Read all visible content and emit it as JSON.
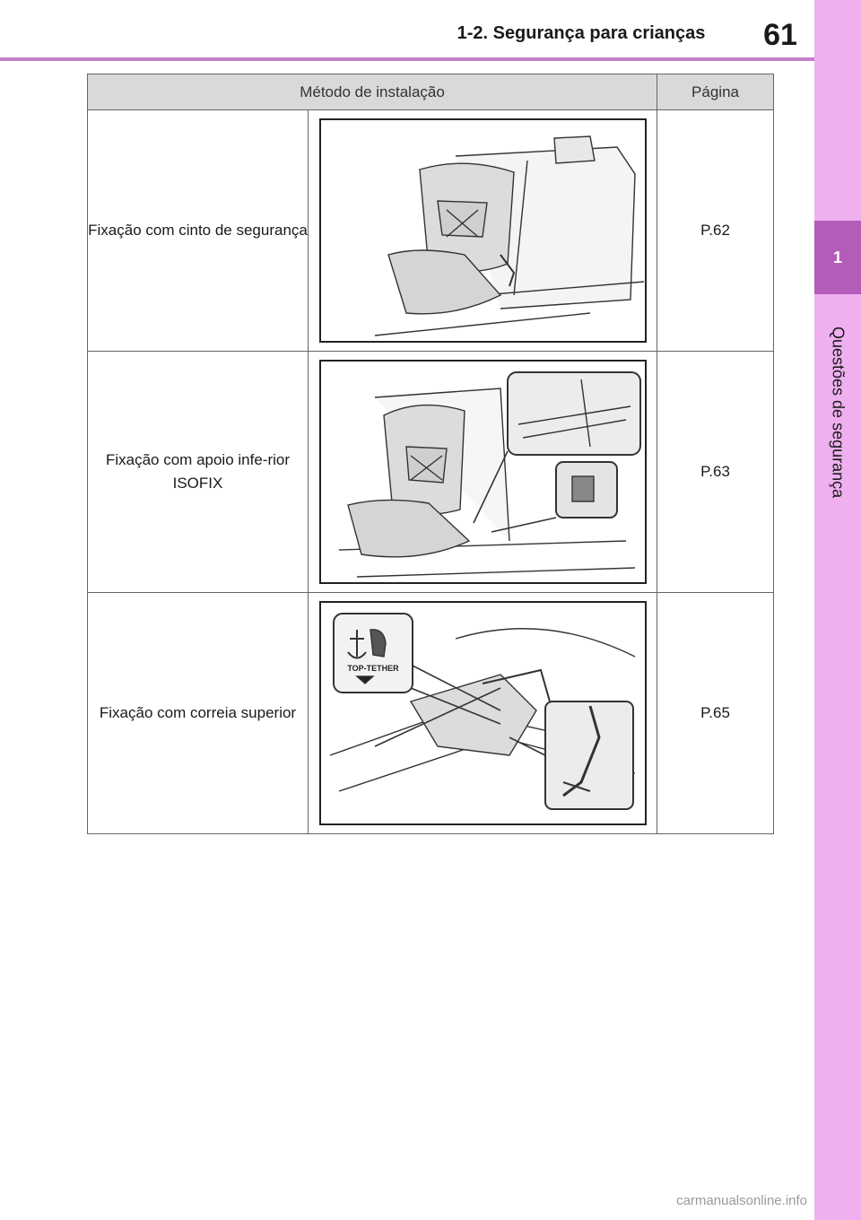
{
  "header": {
    "section_title": "1-2. Segurança para crianças",
    "page_number": "61"
  },
  "side_tab": {
    "chapter_number": "1",
    "chapter_title": "Questões de segurança"
  },
  "table": {
    "headers": {
      "method": "Método de instalação",
      "page": "Página"
    },
    "rows": [
      {
        "method": "Fixação com cinto de segurança",
        "page": "P.62",
        "illustration": "seat-belt-installation"
      },
      {
        "method": "Fixação com apoio infe-rior ISOFIX",
        "page": "P.63",
        "illustration": "isofix-installation"
      },
      {
        "method": "Fixação com correia superior",
        "page": "P.65",
        "illustration": "top-tether-installation"
      }
    ],
    "illustration_label": "TOP-TETHER"
  },
  "watermark": "carmanualsonline.info",
  "colors": {
    "accent": "#c47fc7",
    "tab_bg": "#eeb0ef",
    "tab_dark": "#b55bb8"
  }
}
